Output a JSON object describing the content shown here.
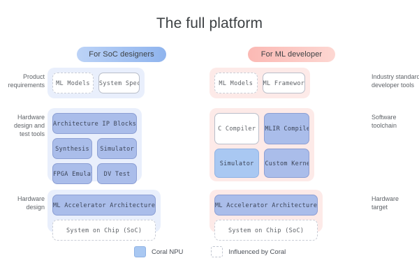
{
  "page": {
    "title": "The full platform",
    "background": "#ffffff"
  },
  "pills": [
    {
      "id": "soc-designers",
      "label": "For SoC designers",
      "color_start": "#bcd3f7",
      "color_end": "#8fb4ee"
    },
    {
      "id": "ml-developer",
      "label": "For ML developer",
      "color_start": "#fbb9b4",
      "color_end": "#fdd7d2"
    }
  ],
  "columns": {
    "left": {
      "panel_color": "#e9effc",
      "groups": [
        {
          "id": "product-requirements",
          "side_label": "Product\nrequirements",
          "rows": [
            [
              {
                "label": "ML Models",
                "style": "white-dashed"
              },
              {
                "label": "System Specs",
                "style": "white-solid"
              }
            ]
          ]
        },
        {
          "id": "hardware-design-and-test-tools",
          "side_label": "Hardware\ndesign and\ntest tools",
          "rows": [
            [
              {
                "label": "Architecture IP Blocks",
                "style": "npu",
                "wide": true
              }
            ],
            [
              {
                "label": "Synthesis",
                "style": "npu"
              },
              {
                "label": "Simulator",
                "style": "npu"
              }
            ],
            [
              {
                "label": "FPGA Emulator",
                "style": "npu"
              },
              {
                "label": "DV Test",
                "style": "npu"
              }
            ]
          ]
        },
        {
          "id": "hardware-design",
          "side_label": "Hardware\ndesign",
          "rows": [
            [
              {
                "label": "ML Accelerator Architecture",
                "style": "npu",
                "wide": true
              }
            ],
            [
              {
                "label": "System on Chip (SoC)",
                "style": "white-dashed",
                "wide": true
              }
            ]
          ]
        }
      ]
    },
    "right": {
      "panel_color": "#fdeae8",
      "groups": [
        {
          "id": "industry-standard-developer-tools",
          "side_label": "Industry standard\ndeveloper tools",
          "rows": [
            [
              {
                "label": "ML Models",
                "style": "white-dashed"
              },
              {
                "label": "ML Frameworks",
                "style": "white-solid"
              }
            ]
          ]
        },
        {
          "id": "software-toolchain",
          "side_label": "Software\ntoolchain",
          "rows": [
            [
              {
                "label": "C Compiler",
                "style": "white-solid"
              },
              {
                "label": "MLIR Compiler",
                "style": "npu"
              }
            ],
            [
              {
                "label": "Simulator",
                "style": "npu-light"
              },
              {
                "label": "Custom Kernels",
                "style": "npu"
              }
            ]
          ]
        },
        {
          "id": "hardware-target",
          "side_label": "Hardware\ntarget",
          "rows": [
            [
              {
                "label": "ML Accelerator Architecture",
                "style": "npu",
                "wide": true
              }
            ],
            [
              {
                "label": "System on Chip (SoC)",
                "style": "white-dashed",
                "wide": true
              }
            ]
          ]
        }
      ]
    }
  },
  "legend": [
    {
      "id": "coral-npu",
      "label": "Coral NPU",
      "swatch": "npu",
      "color": "#a9c8f2"
    },
    {
      "id": "influenced-by-coral",
      "label": "Influenced by Coral",
      "swatch": "dashed",
      "color": "#ffffff"
    }
  ]
}
